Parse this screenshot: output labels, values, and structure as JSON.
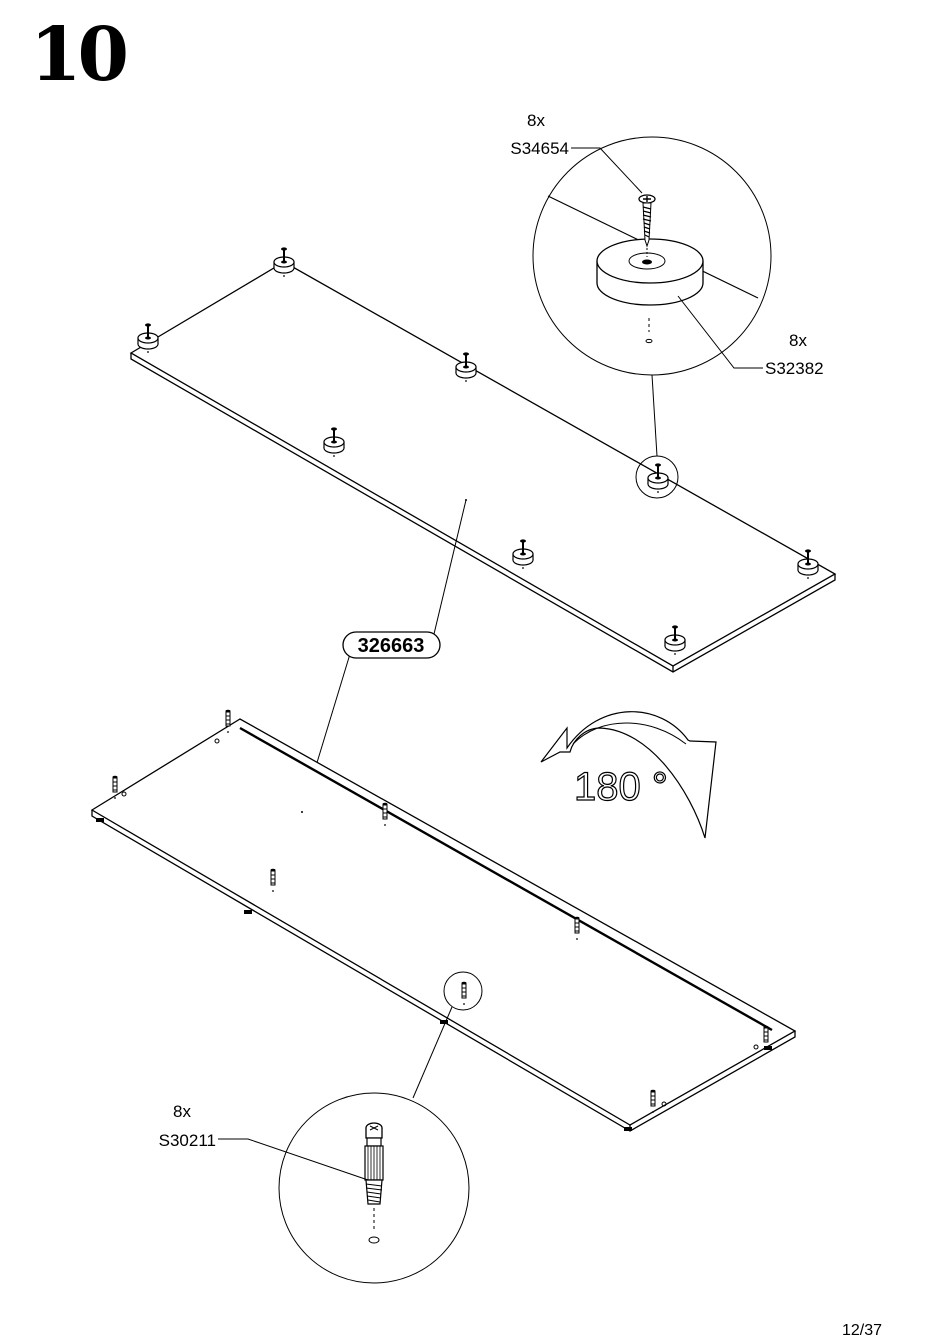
{
  "step": {
    "number": "10"
  },
  "parts": {
    "screw": {
      "qty": "8x",
      "code": "S34654"
    },
    "glide": {
      "qty": "8x",
      "code": "S32382"
    },
    "dowel": {
      "qty": "8x",
      "code": "S30211"
    },
    "panel": {
      "code": "326663"
    }
  },
  "rotation": {
    "label": "180 °"
  },
  "footer": {
    "page": "12/37"
  },
  "icons": [
    "screw-icon",
    "glide-pad-icon",
    "cam-dowel-icon",
    "rotate-arrow-icon"
  ]
}
